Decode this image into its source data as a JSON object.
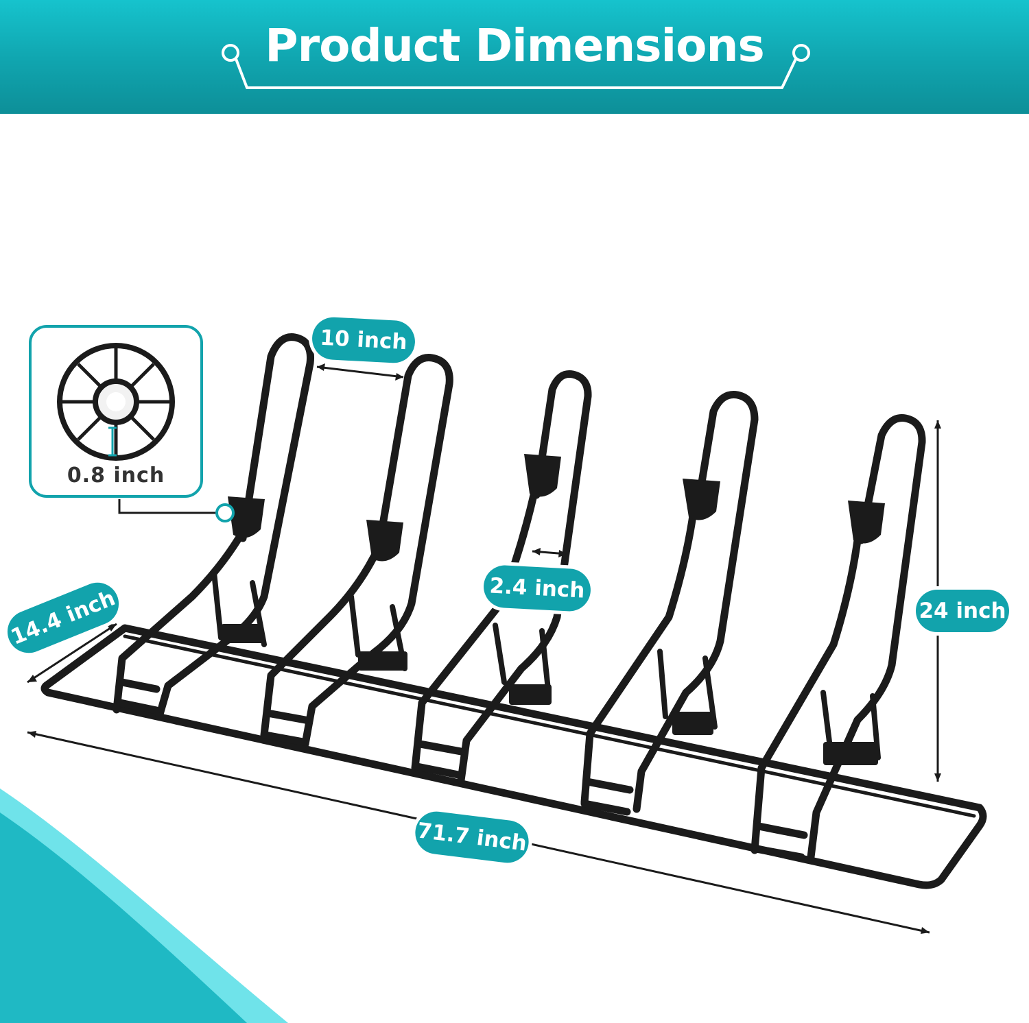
{
  "banner": {
    "title": "Product Dimensions"
  },
  "dimensions": {
    "gap": "10 inch",
    "tube": "0.8 inch",
    "slot": "2.4 inch",
    "height": "24 inch",
    "depth": "14.4 inch",
    "length": "71.7 inch"
  },
  "colors": {
    "accent": "#12a3ac",
    "rack": "#1b1b1b",
    "text_dark": "#333333"
  }
}
